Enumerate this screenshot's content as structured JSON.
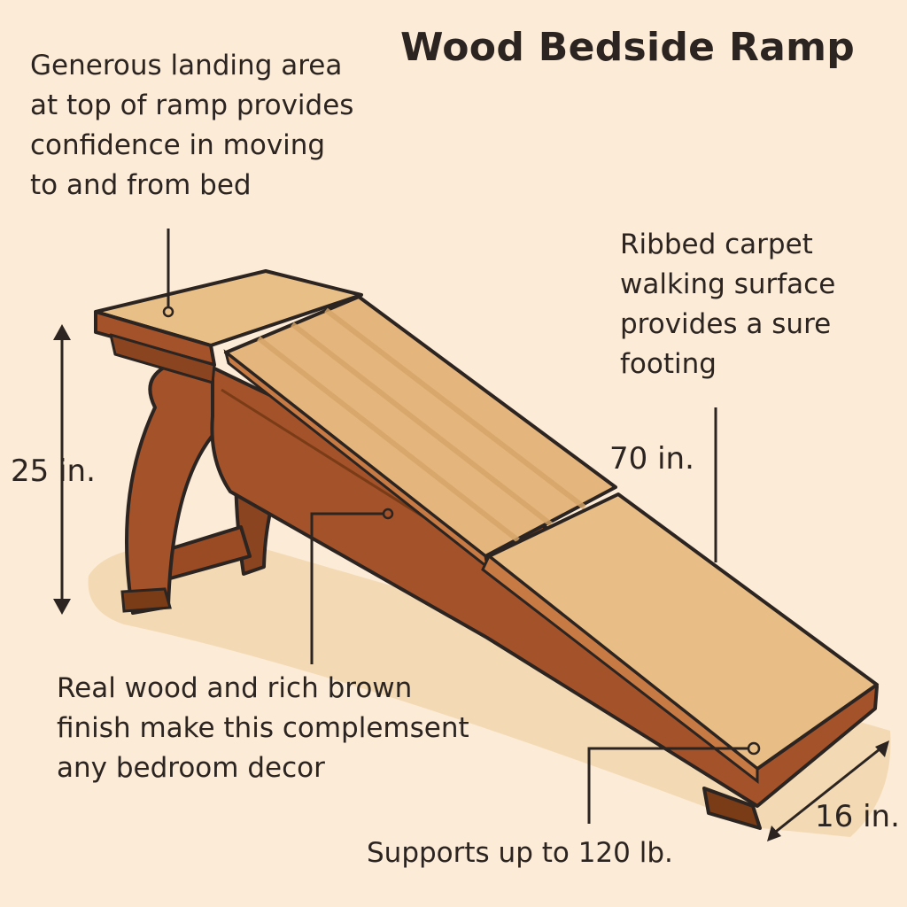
{
  "title": "Wood Bedside Ramp",
  "callouts": {
    "landing": [
      "Generous landing area",
      "at top of ramp provides",
      "confidence in moving",
      "to and from bed"
    ],
    "carpet": [
      "Ribbed carpet",
      "walking surface",
      "provides a sure",
      "footing"
    ],
    "wood": [
      "Real wood and rich brown",
      "finish make this complemsent",
      "any bedroom decor"
    ],
    "supports": "Supports up to 120 lb."
  },
  "dimensions": {
    "height": "25 in.",
    "length": "70 in.",
    "width": "16 in."
  },
  "colors": {
    "background": "#fcebd6",
    "shadow": "#f2d9b4",
    "wood_dark": "#7a3b17",
    "wood": "#a4522a",
    "wood_light": "#c0693a",
    "carpet": "#e4b57c",
    "carpet_light": "#ecc490",
    "outline": "#2b2420"
  }
}
